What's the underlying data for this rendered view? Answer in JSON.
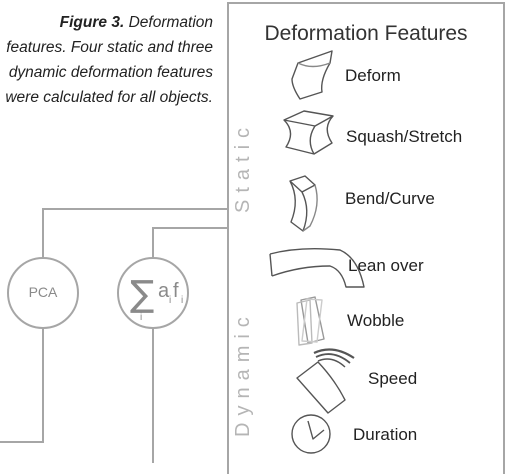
{
  "caption": {
    "lead": "Figure 3.",
    "text": " Deformation features. Four static and three dynamic deformation features were calculated for all objects."
  },
  "panel": {
    "title": "Deformation Features",
    "static_label": "Static",
    "dynamic_label": "Dynamic"
  },
  "features": [
    {
      "label": "Deform",
      "icon": "deform-icon"
    },
    {
      "label": "Squash/Stretch",
      "icon": "squash-stretch-icon"
    },
    {
      "label": "Bend/Curve",
      "icon": "bend-curve-icon"
    },
    {
      "label": "Lean over",
      "icon": "lean-over-icon"
    },
    {
      "label": "Wobble",
      "icon": "wobble-icon"
    },
    {
      "label": "Speed",
      "icon": "speed-icon"
    },
    {
      "label": "Duration",
      "icon": "clock-icon"
    }
  ],
  "nodes": {
    "pca": "PCA",
    "sum_symbol": "∑",
    "sum_a": "a",
    "sum_f": "f",
    "sum_sub": "i"
  },
  "colors": {
    "line": "#a6a6a6",
    "icon_stroke": "#555555",
    "text": "#222222"
  }
}
